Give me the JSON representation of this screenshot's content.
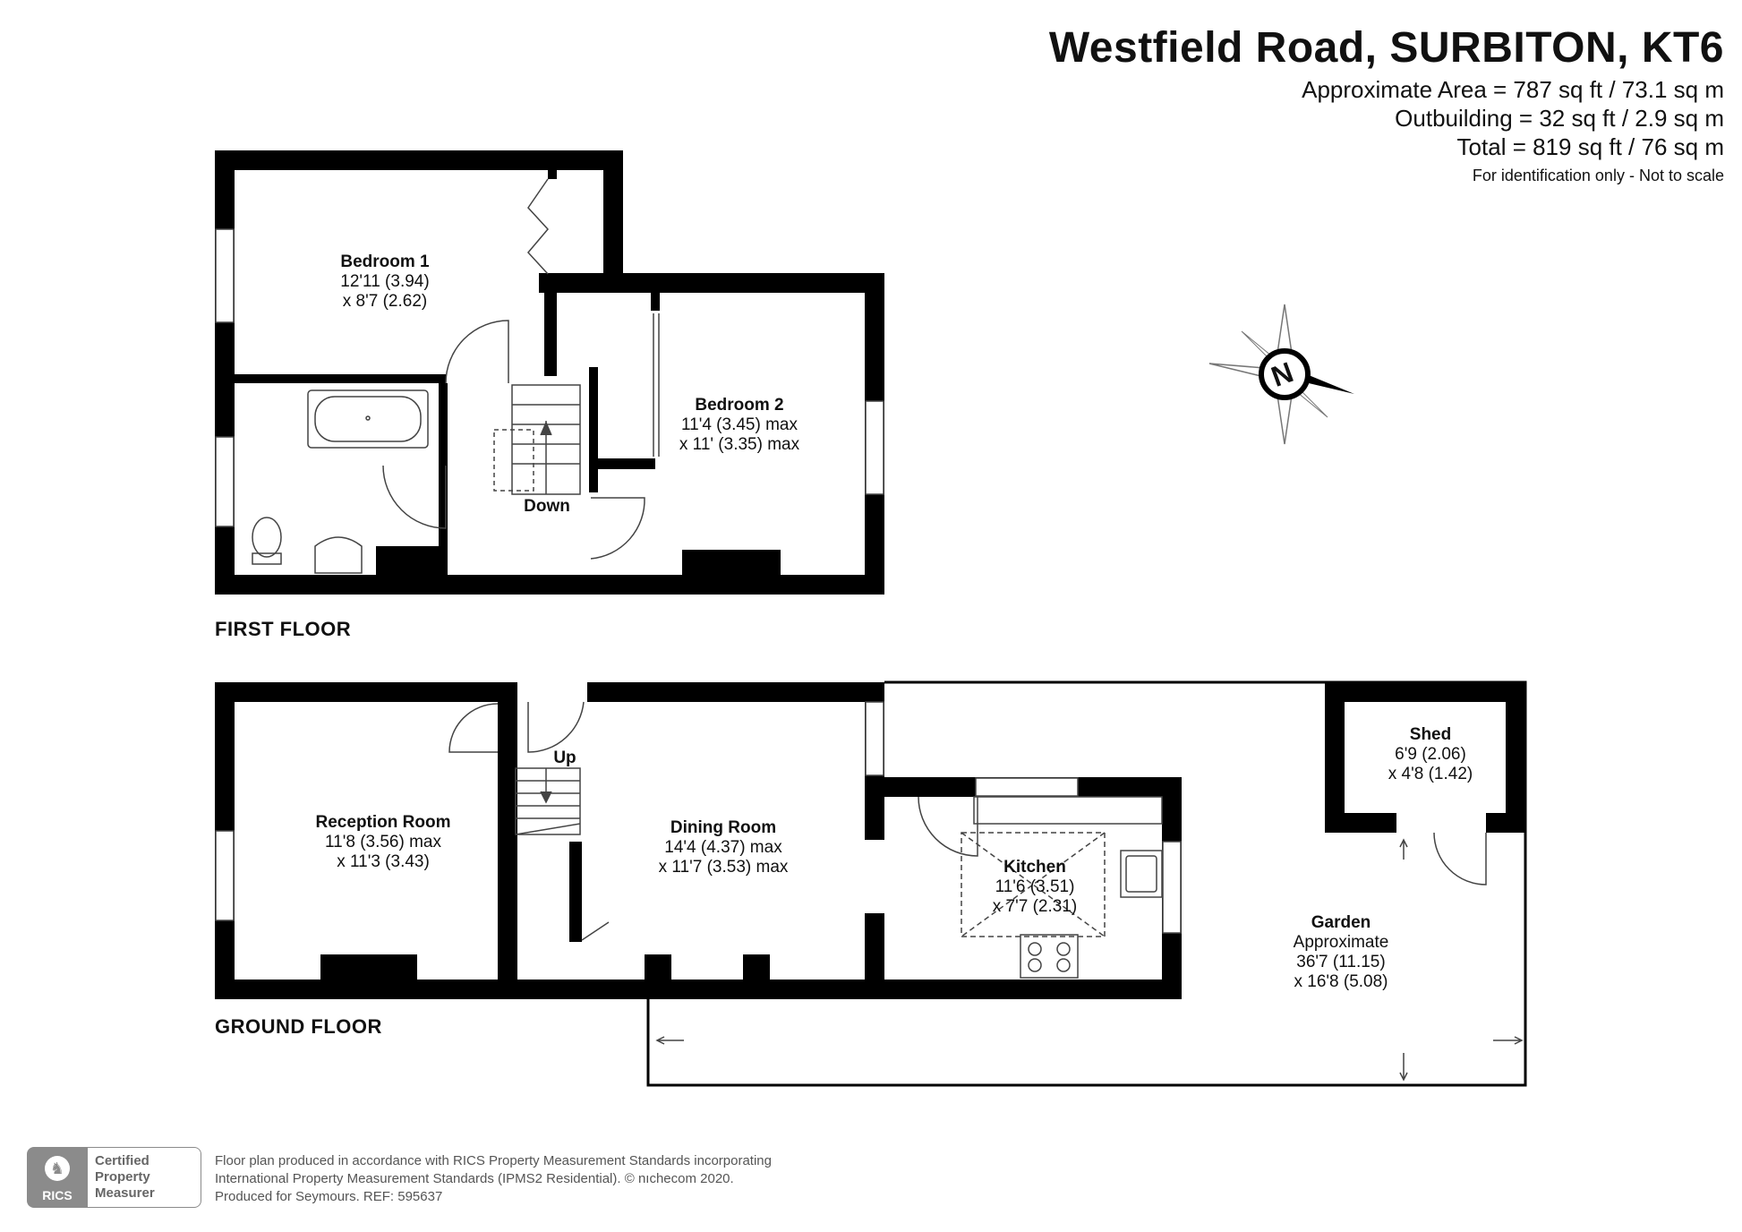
{
  "header": {
    "title": "Westfield Road, SURBITON, KT6",
    "approx_area": "Approximate Area = 787 sq ft / 73.1 sq m",
    "outbuilding": "Outbuilding = 32 sq ft / 2.9 sq m",
    "total": "Total = 819 sq ft / 76 sq m",
    "note": "For identification only - Not to scale"
  },
  "first_floor": {
    "label": "FIRST FLOOR",
    "bedroom1": {
      "name": "Bedroom 1",
      "dim1": "12'11 (3.94)",
      "dim2": "x 8'7 (2.62)"
    },
    "bedroom2": {
      "name": "Bedroom 2",
      "dim1": "11'4 (3.45) max",
      "dim2": "x 11' (3.35) max"
    },
    "stairs": "Down"
  },
  "ground_floor": {
    "label": "GROUND FLOOR",
    "reception": {
      "name": "Reception Room",
      "dim1": "11'8 (3.56) max",
      "dim2": "x 11'3 (3.43)"
    },
    "dining": {
      "name": "Dining Room",
      "dim1": "14'4 (4.37) max",
      "dim2": "x 11'7 (3.53) max"
    },
    "kitchen": {
      "name": "Kitchen",
      "dim1": "11'6 (3.51)",
      "dim2": "x 7'7 (2.31)"
    },
    "shed": {
      "name": "Shed",
      "dim1": "6'9 (2.06)",
      "dim2": "x 4'8 (1.42)"
    },
    "garden": {
      "name": "Garden",
      "sub": "Approximate",
      "dim1": "36'7 (11.15)",
      "dim2": "x 16'8 (5.08)"
    },
    "stairs": "Up"
  },
  "compass": {
    "label": "N",
    "icon": "compass-rose-icon"
  },
  "footer": {
    "line1": "Floor plan produced in accordance with RICS Property Measurement Standards incorporating",
    "line2": "International Property Measurement Standards (IPMS2 Residential).   © nıchecom 2020.",
    "line3": "Produced for Seymours.   REF:  595637",
    "badge_org": "RICS",
    "badge_line1": "Certified",
    "badge_line2": "Property",
    "badge_line3": "Measurer"
  },
  "colors": {
    "wall": "#000000",
    "fixture_line": "#444444",
    "badge": "#8b8b8b"
  }
}
